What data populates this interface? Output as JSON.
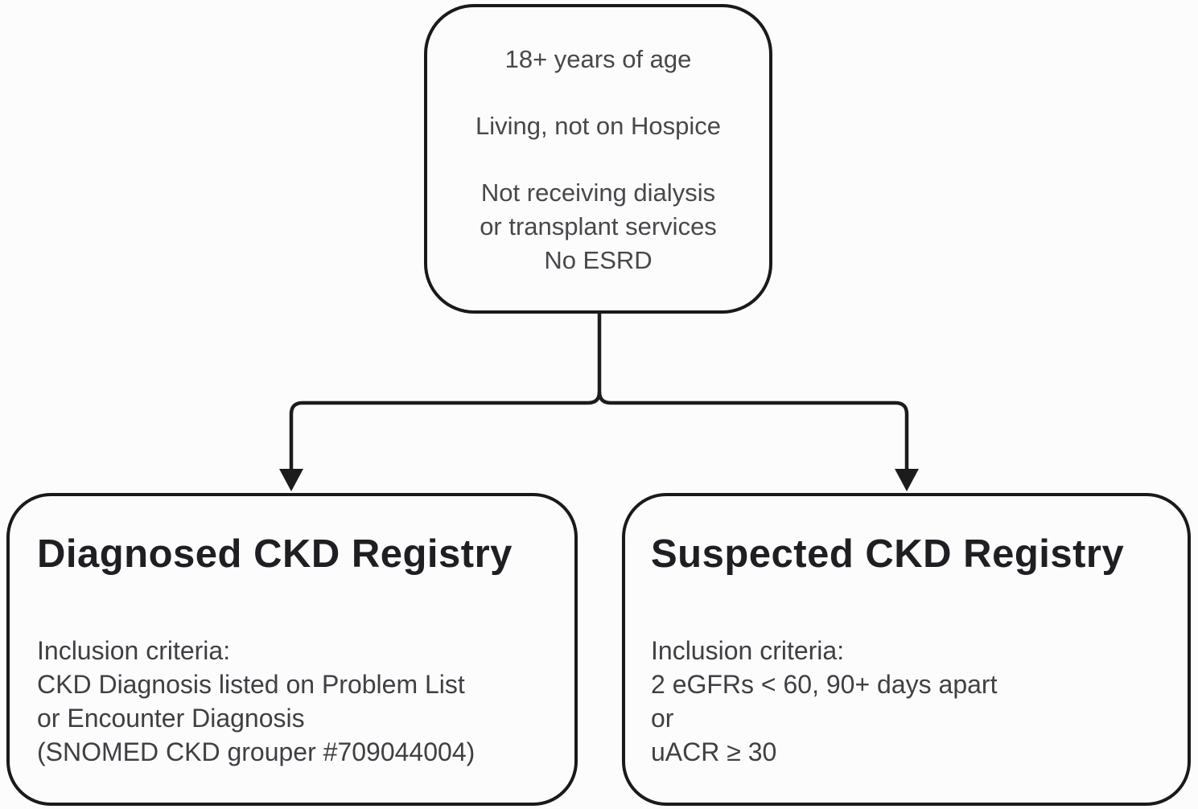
{
  "top_box": {
    "lines": [
      "18+ years of age",
      "Living, not on Hospice",
      "Not receiving dialysis",
      "or transplant services",
      "No ESRD"
    ]
  },
  "left_box": {
    "title": "Diagnosed CKD Registry",
    "body_lines": [
      "Inclusion criteria:",
      "CKD Diagnosis listed on Problem List",
      "or Encounter Diagnosis",
      "(SNOMED CKD grouper #709044004)"
    ]
  },
  "right_box": {
    "title": "Suspected CKD Registry",
    "body_lines": [
      "Inclusion criteria:",
      "2 eGFRs < 60, 90+ days apart",
      "or",
      "uACR ≥ 30"
    ]
  },
  "colors": {
    "border": "#1a1a1a",
    "title_text": "#1f1f23",
    "body_text": "#3f3f44",
    "top_text": "#48484c",
    "background": "#fcfcfc",
    "connector": "#1c1c1c"
  }
}
